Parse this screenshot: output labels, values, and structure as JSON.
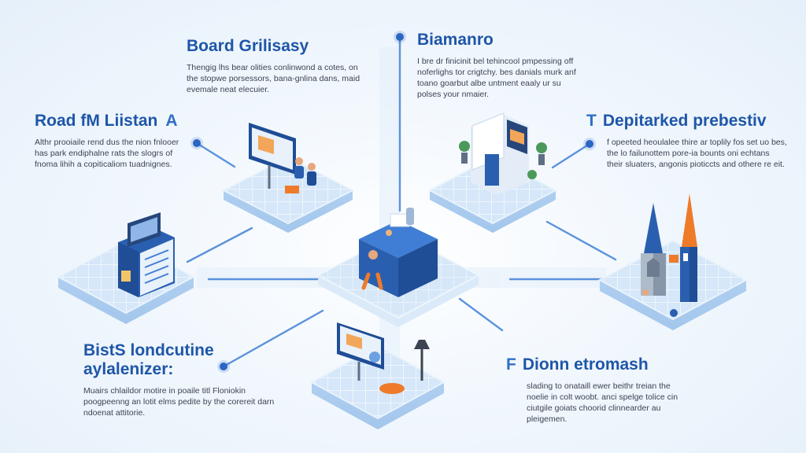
{
  "colors": {
    "accent": "#1e56a8",
    "line": "#5b92dc",
    "orange": "#ee7a2a",
    "tile": "#cfe3f7"
  },
  "sections": [
    {
      "title": "Board Grilisasy",
      "letter": "",
      "body": "Thengig lhs bear olities conlinwond a cotes, on the stopwe porsessors, bana-gnlina dans, maid evemale neat elecuier."
    },
    {
      "title": "Biamanro",
      "letter": "",
      "body": "I bre dr finicinit bel tehincool pmpessing off noferlighs tor crigtchy. bes danials murk anf toano goarbut albe untment eaaly ur su polses your nmaier."
    },
    {
      "title": "Road fM Liistan",
      "letter": "A",
      "body": "Althr prooiaile rend dus the nion fnlooer has park endiphalne rats the slogrs of fnoma lihih a copiticaliom tuadnignes."
    },
    {
      "title": "Depitarked prebestiv",
      "letter": "T",
      "body": "f opeeted heoulalee thire ar toplily fos set uo bes, the lo failunottem pore-ia bounts oni echtans their sluaters, angonis pioticcts and othere re eit."
    },
    {
      "title": "BistS londcutine aylalenizer:",
      "letter": "",
      "body": "Muairs chlaildor motire in poaile titl Floniokin poogpeenng an lotit elms pedite by the corereit darn ndoenat attitorie."
    },
    {
      "title": "Dionn etromash",
      "letter": "F",
      "body": "slading to onataill ewer beithr treian the noelie in colt woobt. anci spelge tolice cin ciutgile goiats choorid clinnearder au pleigemen."
    }
  ]
}
